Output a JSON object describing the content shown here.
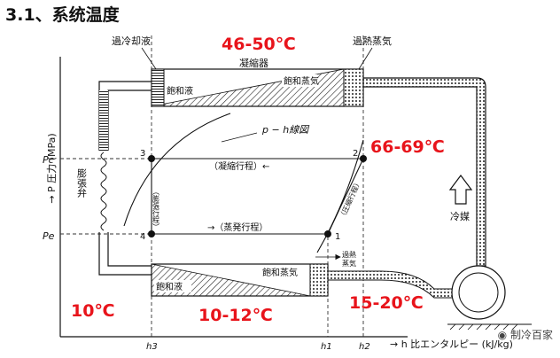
{
  "title": "3.1、系统温度",
  "labels": {
    "subcooled_liquid": "過冷却液",
    "superheated_vapor_top": "過熱蒸気",
    "condenser": "凝縮器",
    "saturated_vapor_top": "飽和蒸気",
    "saturated_liquid_top": "飽和液",
    "ph_diagram": "p − h線図",
    "condensing_process": "（凝縮行程）←",
    "evaporating_process": "→（蒸発行程）",
    "compression_process": "（圧縮行程）",
    "expansion_process": "（膨張行程）",
    "expansion_valve": "膨張弁",
    "refrigerant": "冷媒",
    "superheat": "過熱",
    "superheat2": "蒸気",
    "saturated_vapor_bottom": "飽和蒸気",
    "saturated_liquid_bottom": "飽和液",
    "y_axis": "→ P 圧力 (MPa)",
    "x_axis": "→ h  比エンタルピー (kJ/kg)",
    "pc": "Pc",
    "pe": "Pe",
    "h3": "h3",
    "h1": "h1",
    "h2": "h2",
    "p1": "1",
    "p2": "2",
    "p3": "3",
    "p4": "4"
  },
  "temps": {
    "condensing": "46-50℃",
    "discharge": "66-69℃",
    "subcooled": "10℃",
    "evaporating": "10-12℃",
    "suction": "15-20℃"
  },
  "watermark": "制冷百家"
}
